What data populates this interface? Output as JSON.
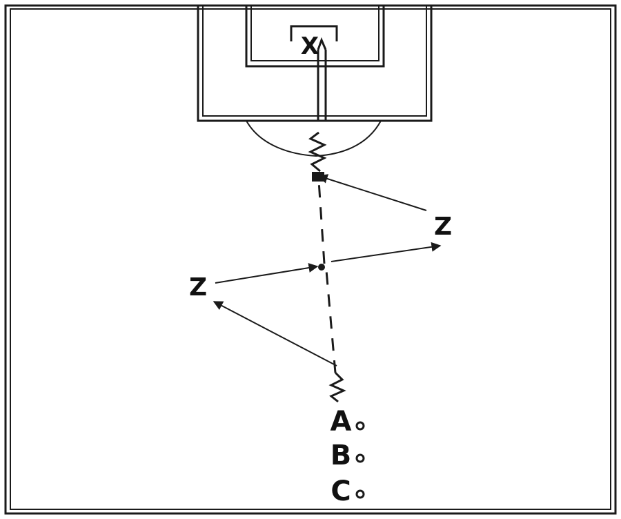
{
  "diagram": {
    "target_label": "X",
    "defender_labels": [
      "Z",
      "Z"
    ],
    "player_labels": [
      "A",
      "B",
      "C"
    ],
    "colors": {
      "line": "#1a1a1a",
      "text": "#111111",
      "background": "#ffffff"
    }
  }
}
